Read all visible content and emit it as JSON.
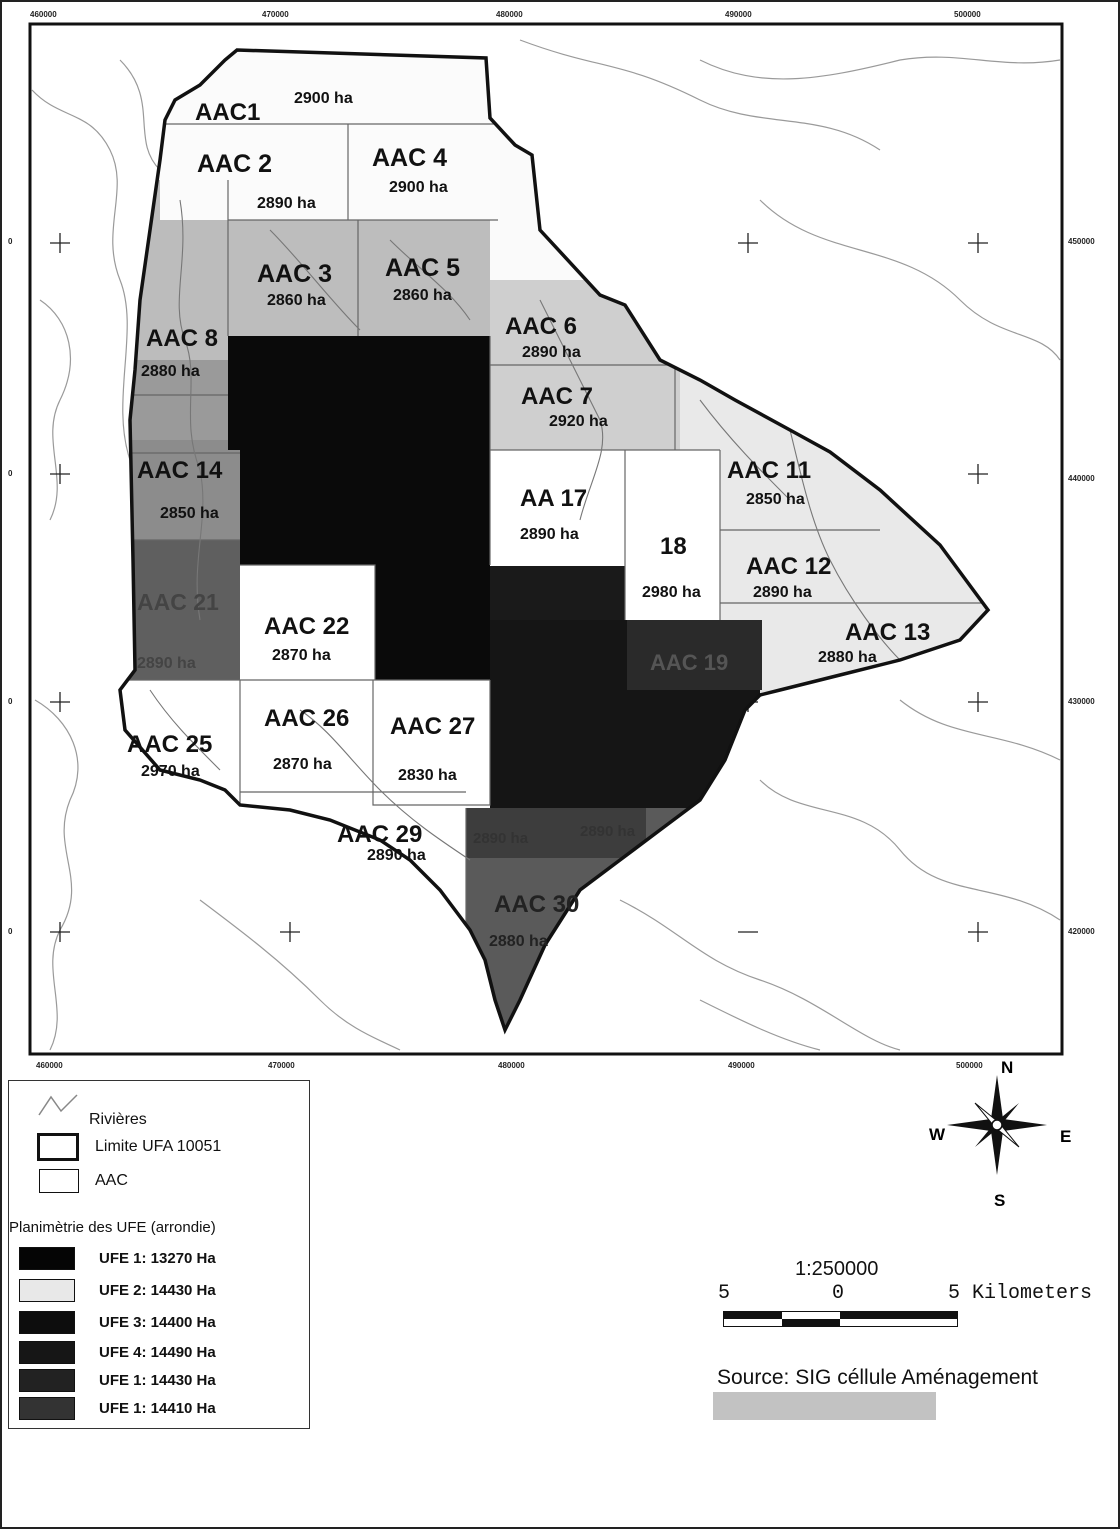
{
  "map": {
    "top_ticks": [
      "460000",
      "470000",
      "480000",
      "490000",
      "500000"
    ],
    "bottom_ticks": [
      "460000",
      "470000",
      "480000",
      "490000",
      "500000"
    ],
    "left_ticks": [
      "0",
      "0",
      "0",
      "0"
    ],
    "right_ticks": [
      "450000",
      "440000",
      "430000",
      "420000"
    ],
    "parcels": [
      {
        "label": "AAC1",
        "area": "2900 ha"
      },
      {
        "label": "AAC 2",
        "area": "2890 ha"
      },
      {
        "label": "AAC 4",
        "area": "2900 ha"
      },
      {
        "label": "AAC 3",
        "area": "2860 ha"
      },
      {
        "label": "AAC 5",
        "area": "2860 ha"
      },
      {
        "label": "AAC 6",
        "area": "2890 ha"
      },
      {
        "label": "AAC 8",
        "area": "2880 ha"
      },
      {
        "label": "AAC 7",
        "area": "2920 ha"
      },
      {
        "label": "AAC 14",
        "area": "2850 ha"
      },
      {
        "label": "AA 17",
        "area": "2890 ha"
      },
      {
        "label": "18",
        "area": "2980 ha"
      },
      {
        "label": "AAC 11",
        "area": "2850 ha"
      },
      {
        "label": "AAC 12",
        "area": "2890 ha"
      },
      {
        "label": "AAC 13",
        "area": "2880 ha"
      },
      {
        "label": "AAC 21",
        "area": "2890 ha"
      },
      {
        "label": "AAC 22",
        "area": "2870 ha"
      },
      {
        "label": "AAC 19",
        "area": ""
      },
      {
        "label": "AAC 25",
        "area": "2970 ha"
      },
      {
        "label": "AAC 26",
        "area": "2870 ha"
      },
      {
        "label": "AAC 27",
        "area": "2830 ha"
      },
      {
        "label": "AAC 29",
        "area": "2890 ha"
      },
      {
        "label": "AAC 30",
        "area": "2880 ha"
      }
    ],
    "extra_area_labels": [
      "2890 ha",
      "2890 ha"
    ],
    "colors": {
      "ufe1": "#0a0a0a",
      "ufe2": "#ececec",
      "ufe3": "#111111",
      "ufe4": "#1c1c1c",
      "ufe5": "#3a3a3a",
      "ufe6": "#5a5a5a",
      "aac": "#ffffff",
      "mid": "#a9a9a9",
      "light": "#d6d6d6",
      "river": "#8a8a8a"
    }
  },
  "legend": {
    "rivers": "Rivières",
    "boundary": "Limite  UFA 10051",
    "aac": "AAC",
    "ufe_title": "Planimètrie des UFE (arrondie)",
    "ufe": [
      {
        "label": "UFE 1: 13270 Ha",
        "color": "#050505"
      },
      {
        "label": "UFE 2: 14430 Ha",
        "color": "#e8e8e8"
      },
      {
        "label": "UFE 3: 14400 Ha",
        "color": "#0d0d0d"
      },
      {
        "label": "UFE 4: 14490 Ha",
        "color": "#161616"
      },
      {
        "label": "UFE 1: 14430 Ha",
        "color": "#222222"
      },
      {
        "label": "UFE 1: 14410 Ha",
        "color": "#333333"
      }
    ]
  },
  "compass": {
    "n": "N",
    "s": "S",
    "e": "E",
    "w": "W"
  },
  "scale": {
    "ratio": "1:250000",
    "left": "5",
    "center": "0",
    "right": "5  Kilometers"
  },
  "source": "Source: SIG céllule Aménagement"
}
